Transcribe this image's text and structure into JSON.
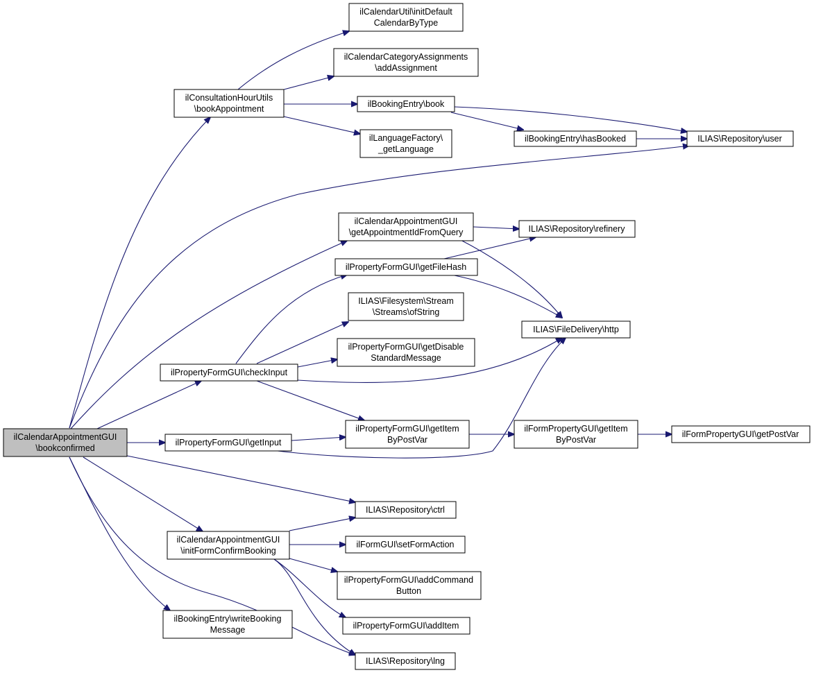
{
  "graph": {
    "colors": {
      "edge": "#191970",
      "root_fill": "#bfbfbf",
      "node_fill": "#ffffff"
    },
    "nodes": {
      "root": {
        "lines": [
          "ilCalendarAppointmentGUI",
          "\\bookconfirmed"
        ]
      },
      "consultation": {
        "lines": [
          "ilConsultationHourUtils",
          "\\bookAppointment"
        ]
      },
      "calutil": {
        "lines": [
          "ilCalendarUtil\\initDefault",
          "CalendarByType"
        ]
      },
      "catassign": {
        "lines": [
          "ilCalendarCategoryAssignments",
          "\\addAssignment"
        ]
      },
      "book": {
        "lines": [
          "ilBookingEntry\\book"
        ]
      },
      "langfactory": {
        "lines": [
          "ilLanguageFactory\\",
          "_getLanguage"
        ]
      },
      "hasbooked": {
        "lines": [
          "ilBookingEntry\\hasBooked"
        ]
      },
      "user": {
        "lines": [
          "ILIAS\\Repository\\user"
        ]
      },
      "getapptid": {
        "lines": [
          "ilCalendarAppointmentGUI",
          "\\getAppointmentIdFromQuery"
        ]
      },
      "refinery": {
        "lines": [
          "ILIAS\\Repository\\refinery"
        ]
      },
      "filehash": {
        "lines": [
          "ilPropertyFormGUI\\getFileHash"
        ]
      },
      "streams": {
        "lines": [
          "ILIAS\\Filesystem\\Stream",
          "\\Streams\\ofString"
        ]
      },
      "http": {
        "lines": [
          "ILIAS\\FileDelivery\\http"
        ]
      },
      "getdisable": {
        "lines": [
          "ilPropertyFormGUI\\getDisable",
          "StandardMessage"
        ]
      },
      "checkinput": {
        "lines": [
          "ilPropertyFormGUI\\checkInput"
        ]
      },
      "getitem": {
        "lines": [
          "ilPropertyFormGUI\\getItem",
          "ByPostVar"
        ]
      },
      "getinput": {
        "lines": [
          "ilPropertyFormGUI\\getInput"
        ]
      },
      "formpropitem": {
        "lines": [
          "ilFormPropertyGUI\\getItem",
          "ByPostVar"
        ]
      },
      "getpostvar": {
        "lines": [
          "ilFormPropertyGUI\\getPostVar"
        ]
      },
      "ctrl": {
        "lines": [
          "ILIAS\\Repository\\ctrl"
        ]
      },
      "initform": {
        "lines": [
          "ilCalendarAppointmentGUI",
          "\\initFormConfirmBooking"
        ]
      },
      "setformaction": {
        "lines": [
          "ilFormGUI\\setFormAction"
        ]
      },
      "addcommand": {
        "lines": [
          "ilPropertyFormGUI\\addCommand",
          "Button"
        ]
      },
      "additem": {
        "lines": [
          "ilPropertyFormGUI\\addItem"
        ]
      },
      "writebooking": {
        "lines": [
          "ilBookingEntry\\writeBooking",
          "Message"
        ]
      },
      "lng": {
        "lines": [
          "ILIAS\\Repository\\lng"
        ]
      }
    }
  }
}
